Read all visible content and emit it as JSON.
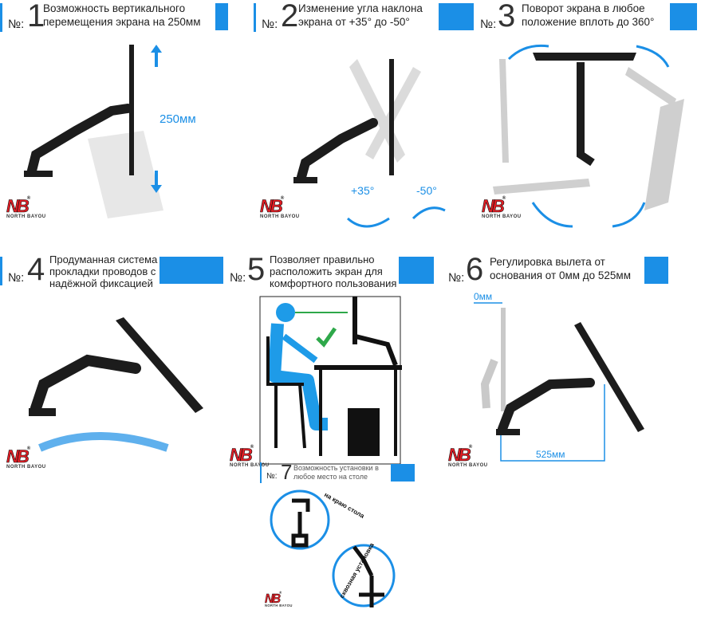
{
  "panels": [
    {
      "prefix": "№:",
      "number": "1",
      "lines": [
        "Возможность вертикального",
        "перемещения экрана на 250мм"
      ],
      "measure": "250мм"
    },
    {
      "prefix": "№:",
      "number": "2",
      "lines": [
        "Изменение угла наклона",
        "экрана от +35° до -50°"
      ],
      "angle_plus": "+35°",
      "angle_minus": "-50°"
    },
    {
      "prefix": "№:",
      "number": "3",
      "lines": [
        "Поворот экрана в любое",
        "положение вплоть до 360°"
      ]
    },
    {
      "prefix": "№:",
      "number": "4",
      "lines": [
        "Продуманная система",
        "прокладки проводов с",
        "надёжной фиксацией"
      ]
    },
    {
      "prefix": "№:",
      "number": "5",
      "lines": [
        "Позволяет правильно",
        "расположить экран для",
        "комфортного пользования"
      ]
    },
    {
      "prefix": "№:",
      "number": "6",
      "lines": [
        "Регулировка вылета от",
        "основания от 0мм до 525мм"
      ],
      "measure_min": "0мм",
      "measure_max": "525мм"
    },
    {
      "prefix": "№:",
      "number": "7",
      "lines": [
        "Возможность установки в",
        "любое место на столе"
      ],
      "label_edge": "на краю стола",
      "label_through": "сквозная установка"
    }
  ],
  "brand": {
    "logo_text": "NB",
    "logo_subtext": "NORTH BAYOU",
    "mark": "®"
  },
  "colors": {
    "accent": "#1b8fe6",
    "logo_red": "#e31d24",
    "monitor": "#1c1c1c",
    "ghost": "#9a9a9a",
    "figure": "#1e9be8"
  }
}
